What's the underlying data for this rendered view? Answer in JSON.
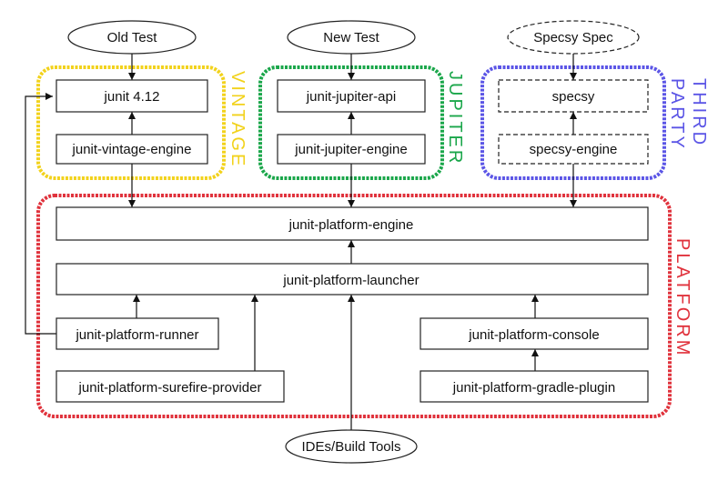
{
  "colors": {
    "vintage": "#f2d21b",
    "jupiter": "#1aa64a",
    "third_party": "#5b55e6",
    "platform": "#e0323c"
  },
  "inputs": {
    "old_test": "Old Test",
    "new_test": "New Test",
    "specsy_spec": "Specsy Spec",
    "ide_tools": "IDEs/Build Tools"
  },
  "groups": {
    "vintage": {
      "label_lines": [
        "VINTAGE"
      ],
      "junit": "junit 4.12",
      "engine": "junit-vintage-engine"
    },
    "jupiter": {
      "label_lines": [
        "JUPITER"
      ],
      "api": "junit-jupiter-api",
      "engine": "junit-jupiter-engine"
    },
    "third_party": {
      "label_lines": [
        "THIRD",
        "PARTY"
      ],
      "specsy": "specsy",
      "engine": "specsy-engine"
    },
    "platform": {
      "label_lines": [
        "PLATFORM"
      ],
      "engine": "junit-platform-engine",
      "launcher": "junit-platform-launcher",
      "runner": "junit-platform-runner",
      "surefire": "junit-platform-surefire-provider",
      "console": "junit-platform-console",
      "gradle": "junit-platform-gradle-plugin"
    }
  }
}
